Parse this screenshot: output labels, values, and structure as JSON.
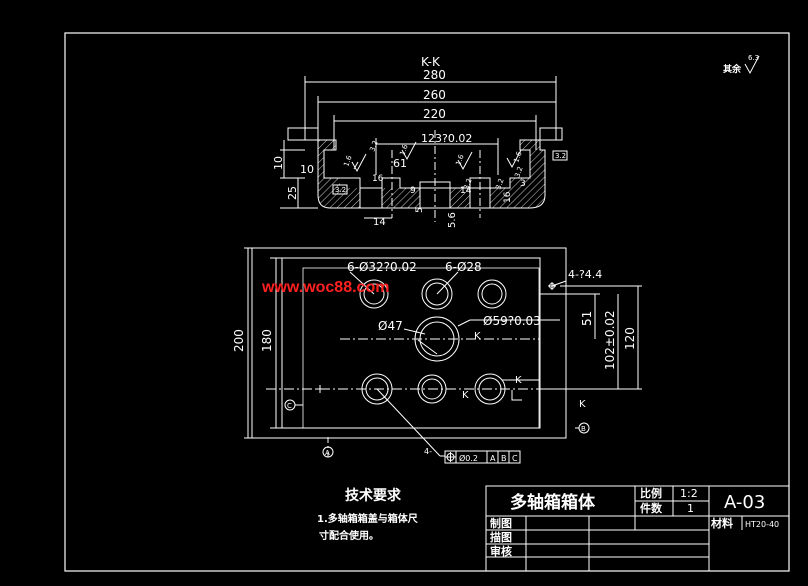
{
  "section_view": {
    "title": "K-K",
    "dims": {
      "w280": "280",
      "w260": "260",
      "w220": "220",
      "w123": "123?0.02",
      "h10a": "10",
      "h10b": "10",
      "h25": "25",
      "d61": "61",
      "d16": "16",
      "d9": "9",
      "d14a": "14",
      "d14b": "14",
      "d5": "5",
      "d56": "5.6",
      "d16b": "16",
      "d3": "3"
    },
    "roughness": {
      "r16a": "1.6",
      "r16b": "1.6",
      "r16c": "1.6",
      "r16d": "1.6",
      "r63": "6.3",
      "r32a": "3.2",
      "r32b": "3.2",
      "r32c": "3.2",
      "r32d": "3.2",
      "r32e": "3.2",
      "r32f": "3.2"
    },
    "other_label": "其余"
  },
  "plan_view": {
    "holes_small": "6-Ø32?0.02",
    "holes_28": "6-Ø28",
    "holes_44": "4-?4.4",
    "d47": "Ø47",
    "d59": "Ø59?0.03",
    "w200": "200",
    "w180": "180",
    "d51": "51",
    "d102": "102±0.02",
    "d120": "120",
    "pos_tol_count": "4-",
    "pos_tol": "Ø0.2",
    "datum_a": "A",
    "datum_b": "B",
    "datum_c": "C",
    "k": "K"
  },
  "notes": {
    "title": "技术要求",
    "line1": "1.多轴箱箱盖与箱体尺",
    "line2": "寸配合使用。"
  },
  "title_block": {
    "name": "多轴箱箱体",
    "scale_label": "比例",
    "scale_value": "1:2",
    "qty_label": "件数",
    "qty_value": "1",
    "drawing_no": "A-03",
    "material_label": "材料",
    "material_value": "HT20-40",
    "drawn": "制图",
    "traced": "描图",
    "checked": "审核"
  },
  "watermark": "www.woc88.com"
}
